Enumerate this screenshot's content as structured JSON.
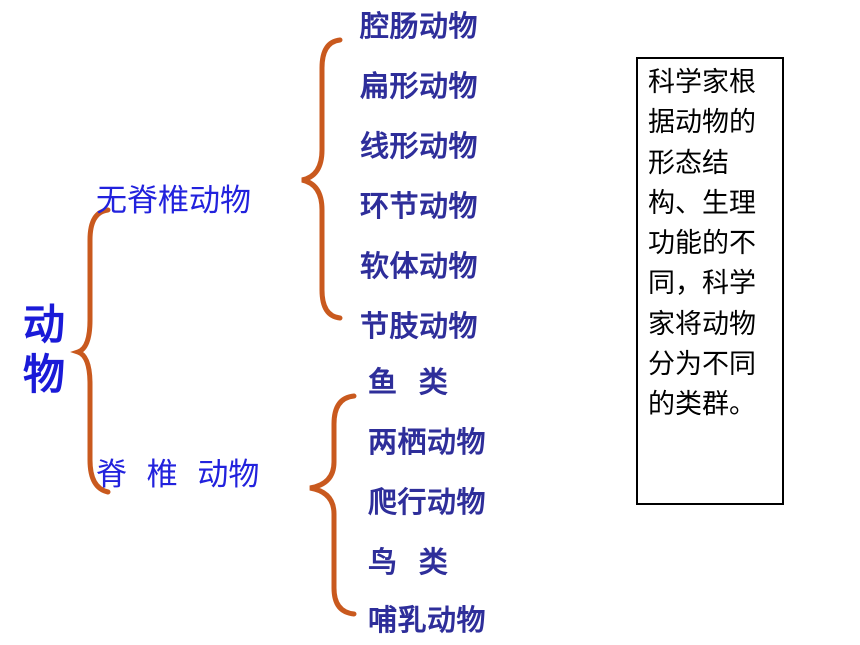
{
  "root": {
    "label": "动\n物"
  },
  "branches": [
    {
      "label": "无脊椎动物",
      "children": [
        "腔肠动物",
        "扁形动物",
        "线形动物",
        "环节动物",
        "软体动物",
        "节肢动物"
      ]
    },
    {
      "label": "脊  椎  动物",
      "children": [
        "鱼  类",
        "两栖动物",
        "爬行动物",
        "鸟  类",
        "哺乳动物"
      ]
    }
  ],
  "note": {
    "text": "科学家根据动物的形态结构、生理功能的不同，科学家将动物分为不同的类群。"
  },
  "colors": {
    "brace": "#c9591e",
    "root_text": "#1a1ad8",
    "branch_text": "#2222dd",
    "leaf_text": "#2e2e9a"
  }
}
